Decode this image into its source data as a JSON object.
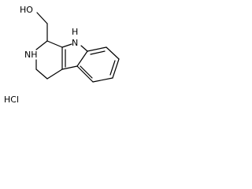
{
  "molecule": {
    "atoms": {
      "hydroxyl": "HO",
      "ring_nh": "NH",
      "indole_nh_h": "H",
      "indole_nh_n": "N",
      "salt": "HCl"
    }
  }
}
